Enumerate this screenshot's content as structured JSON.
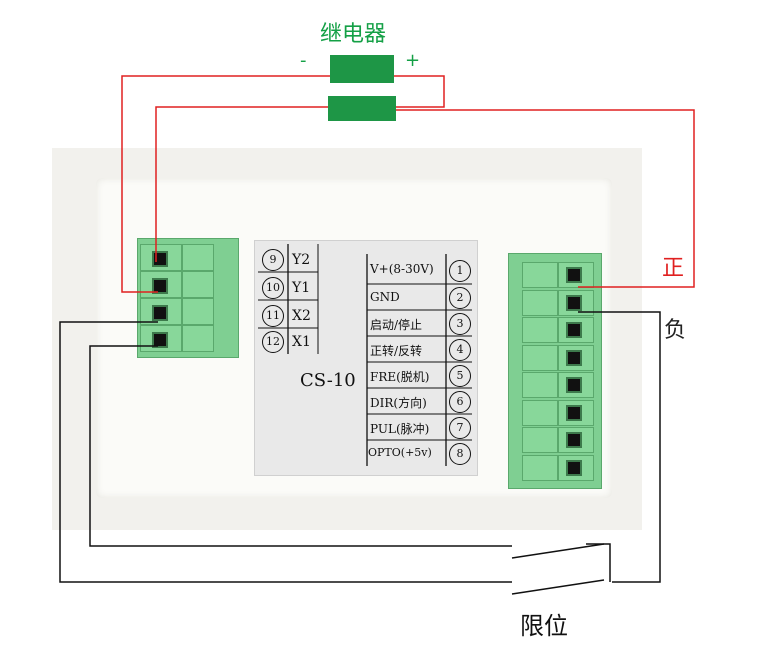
{
  "relay": {
    "title": "继电器",
    "minus": "-",
    "plus": "+"
  },
  "labels": {
    "positive": "正",
    "negative": "负",
    "limit": "限位"
  },
  "panel": {
    "model": "CS-10",
    "outputs": [
      {
        "num": "9",
        "code": "Y2"
      },
      {
        "num": "10",
        "code": "Y1"
      },
      {
        "num": "11",
        "code": "X2"
      },
      {
        "num": "12",
        "code": "X1"
      }
    ],
    "inputs": [
      {
        "text": "V+(8-30V)",
        "num": "1"
      },
      {
        "text": "GND",
        "num": "2"
      },
      {
        "text": "启动/停止",
        "num": "3"
      },
      {
        "text": "正转/反转",
        "num": "4"
      },
      {
        "text": "FRE(脱机)",
        "num": "5"
      },
      {
        "text": "DIR(方向)",
        "num": "6"
      },
      {
        "text": "PUL(脉冲)",
        "num": "7"
      },
      {
        "text": "OPTO(+5v)",
        "num": "8"
      }
    ]
  },
  "colors": {
    "relay": "#1e9646",
    "positive_wire": "#e02020",
    "negative_wire": "#111111",
    "terminal": "#7fcf92"
  }
}
